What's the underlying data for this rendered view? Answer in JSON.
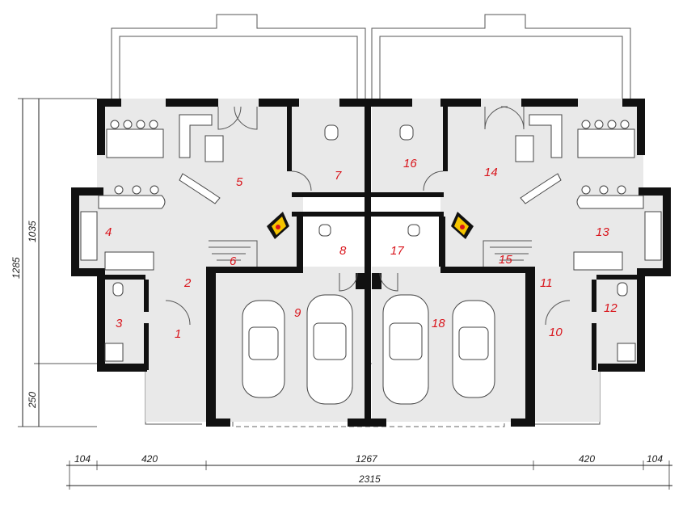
{
  "colors": {
    "wall": "#111111",
    "floor": "#e9e9e9",
    "room_number": "#d9141b",
    "fireplace": "#f5c400",
    "dimension": "#222222"
  },
  "rooms": [
    {
      "id": "r1",
      "label": "1"
    },
    {
      "id": "r2",
      "label": "2"
    },
    {
      "id": "r3",
      "label": "3"
    },
    {
      "id": "r4",
      "label": "4"
    },
    {
      "id": "r5",
      "label": "5"
    },
    {
      "id": "r6",
      "label": "6"
    },
    {
      "id": "r7",
      "label": "7"
    },
    {
      "id": "r8",
      "label": "8"
    },
    {
      "id": "r9",
      "label": "9"
    },
    {
      "id": "r10",
      "label": "10"
    },
    {
      "id": "r11",
      "label": "11"
    },
    {
      "id": "r12",
      "label": "12"
    },
    {
      "id": "r13",
      "label": "13"
    },
    {
      "id": "r14",
      "label": "14"
    },
    {
      "id": "r15",
      "label": "15"
    },
    {
      "id": "r16",
      "label": "16"
    },
    {
      "id": "r17",
      "label": "17"
    },
    {
      "id": "r18",
      "label": "18"
    }
  ],
  "dimensions": {
    "vertical": {
      "total": "1285",
      "main": "1035",
      "front": "250"
    },
    "horizontal": {
      "left_edge": "104",
      "left_wing": "420",
      "center": "1267",
      "right_wing": "420",
      "right_edge": "104",
      "total": "2315"
    }
  }
}
